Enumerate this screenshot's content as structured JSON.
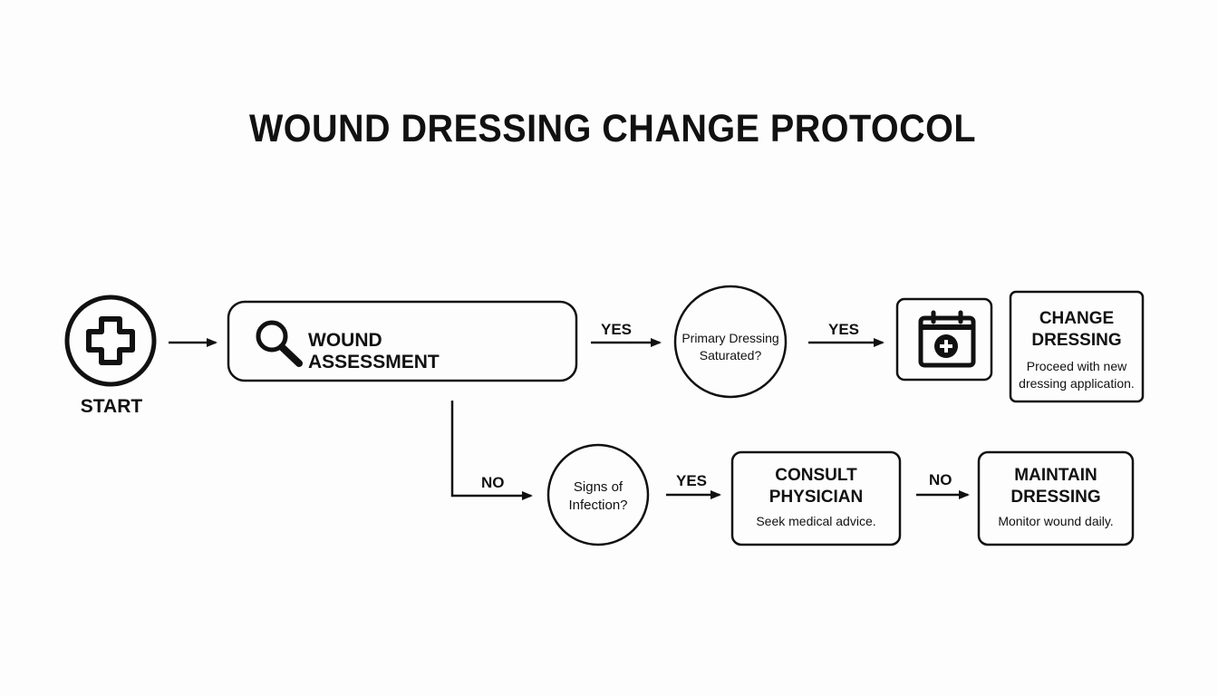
{
  "title": "WOUND DRESSING CHANGE PROTOCOL",
  "start": {
    "label": "START",
    "icon": "medical-cross-icon"
  },
  "assessment": {
    "label": "WOUND ASSESSMENT",
    "icon": "magnifier-icon"
  },
  "decision_saturated": {
    "line1": "Primary Dressing",
    "line2": "Saturated?"
  },
  "schedule_icon": "calendar-plus-icon",
  "change": {
    "title_line1": "CHANGE",
    "title_line2": "DRESSING",
    "desc_line1": "Proceed with new",
    "desc_line2": "dressing application."
  },
  "decision_infection": {
    "line1": "Signs of",
    "line2": "Infection?"
  },
  "consult": {
    "title_line1": "CONSULT",
    "title_line2": "PHYSICIAN",
    "desc": "Seek medical advice."
  },
  "maintain": {
    "title_line1": "MAINTAIN",
    "title_line2": "DRESSING",
    "desc": "Monitor wound daily."
  },
  "edge_labels": {
    "yes_1": "YES",
    "yes_2": "YES",
    "no_1": "NO",
    "yes_3": "YES",
    "no_2": "NO"
  }
}
